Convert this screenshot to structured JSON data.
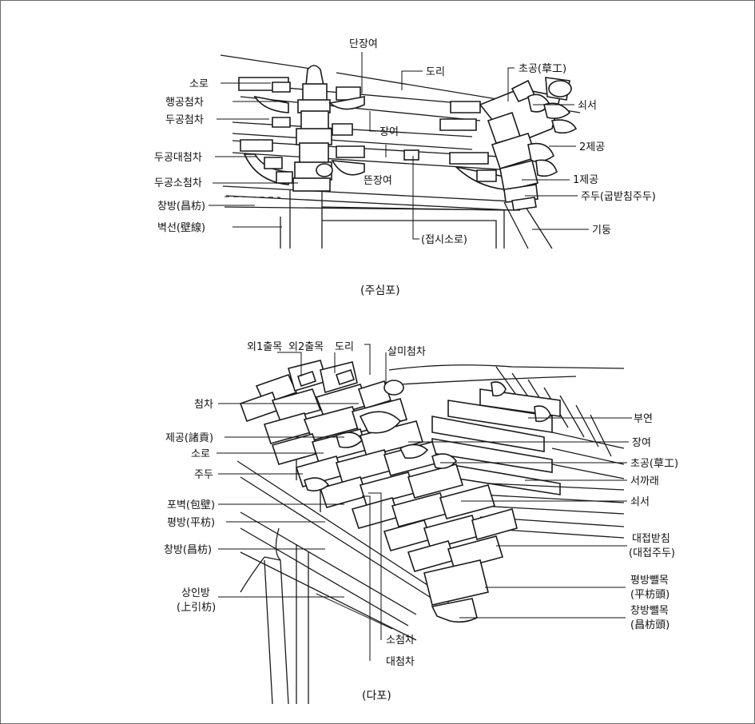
{
  "jusimpo": {
    "caption": "(주심포)",
    "labels": {
      "danjangyeo": "단장여",
      "dori": "도리",
      "chogong": "초공(草工)",
      "soro": "소로",
      "haenggong": "행공첨차",
      "dugong": "두공첨차",
      "swaeseo": "쇠서",
      "jangyeo": "장여",
      "jegong2": "2제공",
      "dugongdae": "두공대첨차",
      "dugongso": "두공소첨차",
      "tteunjangyeo": "뜬장여",
      "jegong1": "1제공",
      "judu": "주두(굽받침주두)",
      "changbang": "창방(昌枋)",
      "byeokseon": "벽선(壁線)",
      "gidung": "기둥",
      "jeopsisoro": "(접시소로)"
    }
  },
  "dapo": {
    "caption": "(다포)",
    "labels": {
      "oe1": "외1출목",
      "oe2": "외2출목",
      "dori": "도리",
      "salmi": "살미첨차",
      "cheomcha": "첨차",
      "buyeon": "부연",
      "jegong": "제공(諸貢)",
      "jangyeo": "장여",
      "soro": "소로",
      "chogong": "초공(草工)",
      "judu": "주두",
      "seokkarae": "서까래",
      "pobyeok": "포벽(包壁)",
      "swaeseo": "쇠서",
      "pyeongbang": "평방(平枋)",
      "daejeop1": "대접받침",
      "daejeop2": "(대접주두)",
      "changbang": "창방(昌枋)",
      "pyeongppaem1": "평방뺄목",
      "pyeongppaem2": "(平枋頭)",
      "sangin1": "상인방",
      "sangin2": "(上引枋)",
      "changppaem1": "창방뺄목",
      "changppaem2": "(昌枋頭)",
      "socheomcha": "소첨차",
      "daecheomcha": "대첨차"
    }
  }
}
